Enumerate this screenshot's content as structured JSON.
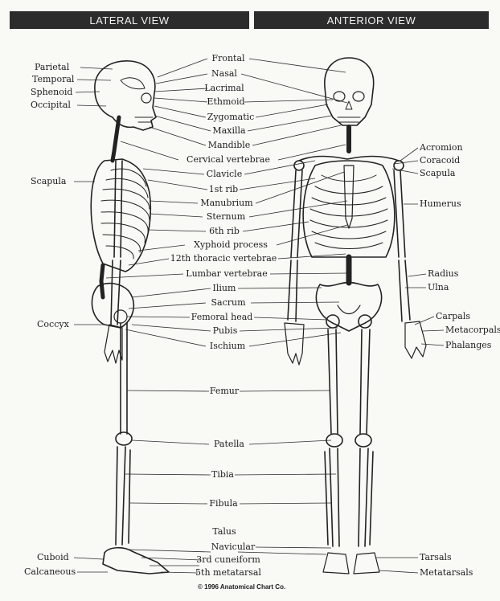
{
  "headers": {
    "lateral": "LATERAL VIEW",
    "anterior": "ANTERIOR VIEW"
  },
  "labels": {
    "parietal": "Parietal",
    "temporal": "Temporal",
    "sphenoid": "Sphenoid",
    "occipital": "Occipital",
    "scapula_left": "Scapula",
    "coccyx": "Coccyx",
    "cuboid": "Cuboid",
    "calcaneous": "Calcaneous",
    "frontal": "Frontal",
    "nasal": "Nasal",
    "lacrimal": "Lacrimal",
    "ethmoid": "Ethmoid",
    "zygomatic": "Zygomatic",
    "maxilla": "Maxilla",
    "mandible": "Mandible",
    "cervical_vertebrae": "Cervical vertebrae",
    "clavicle": "Clavicle",
    "first_rib": "1st rib",
    "manubrium": "Manubrium",
    "sternum": "Sternum",
    "sixth_rib": "6th rib",
    "xyphoid_process": "Xyphoid process",
    "thoracic_12": "12th thoracic vertebrae",
    "lumbar_vertebrae": "Lumbar vertebrae",
    "ilium": "Ilium",
    "sacrum": "Sacrum",
    "femoral_head": "Femoral head",
    "pubis": "Pubis",
    "ischium": "Ischium",
    "femur": "Femur",
    "patella": "Patella",
    "tibia": "Tibia",
    "fibula": "Fibula",
    "talus": "Talus",
    "navicular": "Navicular",
    "third_cuneiform": "3rd cuneiform",
    "fifth_metatarsal": "5th metatarsal",
    "acromion": "Acromion",
    "coracoid": "Coracoid",
    "scapula_right": "Scapula",
    "humerus": "Humerus",
    "radius": "Radius",
    "ulna": "Ulna",
    "carpals": "Carpals",
    "metacarpals": "Metacorpals",
    "phalanges": "Phalanges",
    "tarsals": "Tarsals",
    "metatarsals": "Metatarsals"
  },
  "copyright": "© 1996 Anatomical Chart Co."
}
